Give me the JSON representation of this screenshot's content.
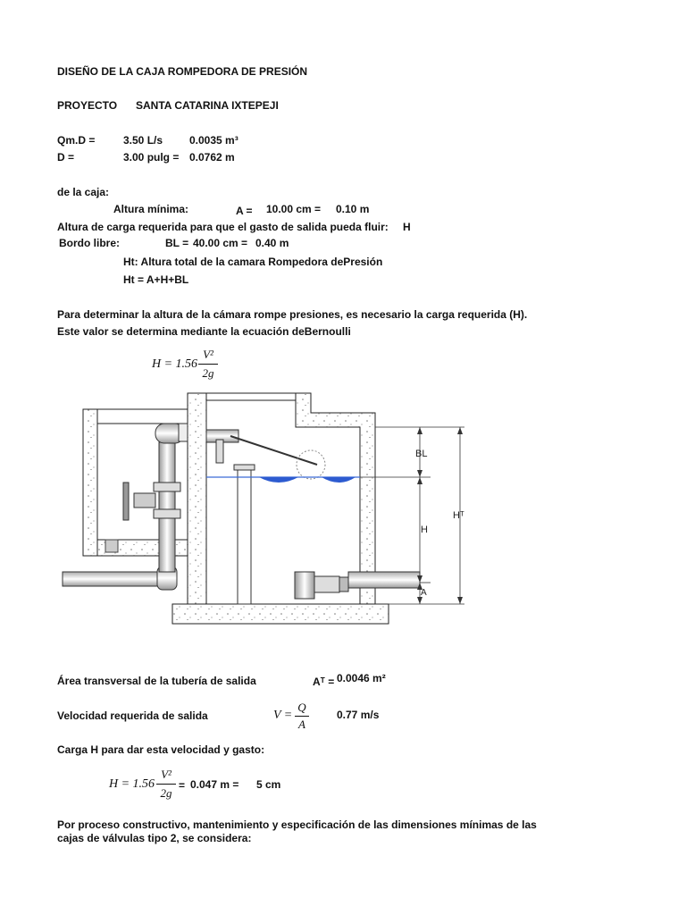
{
  "title": "DISEÑO DE LA CAJA ROMPEDORA DE PRESIÓN",
  "project": {
    "label": "PROYECTO",
    "name": "SANTA CATARINA IXTEPEJI"
  },
  "qmd": {
    "label": "Qm.D =",
    "v1": "3.50 L/s",
    "v2": "0.0035 m³"
  },
  "d": {
    "label": "D =",
    "v1": "3.00 pulg =",
    "v2": "0.0762 m"
  },
  "caja": {
    "intro": "de la caja:",
    "alt_min_label": "Altura mínima:",
    "a_label": "A =",
    "a_cm": "10.00 cm =",
    "a_m": "0.10 m",
    "carga_text": "Altura de carga requerida para que el gasto de salida pueda fluir:",
    "carga_sym": "H",
    "bordo_label": "Bordo libre:",
    "bl_label": "BL =",
    "bl_cm": "40.00 cm =",
    "bl_m": "0.40 m",
    "ht_desc": "Ht: Altura total de la camara Rompedora dePresión",
    "ht_formula": "Ht = A+H+BL"
  },
  "paragraph": {
    "line1": "Para determinar la altura de la cámara rompe presiones, es necesario la carga requerida (H).",
    "line2": "Este valor se determina  mediante la ecuación deBernoulli"
  },
  "eq1": {
    "lhs": "H = 1.56",
    "num": "V²",
    "den": "2g"
  },
  "diagram": {
    "label_bl": "BL",
    "label_h": "H",
    "label_ht": "Hᵀ",
    "label_a": "A"
  },
  "area": {
    "label": "Área transversal de la tubería de salida",
    "sym": "Aᵀ =",
    "value": "0.0046 m²"
  },
  "velocity": {
    "label": "Velocidad requerida de salida",
    "lhs": "V =",
    "num": "Q",
    "den": "A",
    "value": "0.77 m/s"
  },
  "carga_h": {
    "label": "Carga H para dar esta velocidad y gasto:",
    "lhs": "H = 1.56",
    "num": "V²",
    "den": "2g",
    "eq": "=",
    "value_m": "0.047 m  =",
    "value_cm": "5 cm"
  },
  "final": {
    "line1": "Por proceso constructivo, mantenimiento y especificación de las dimensiones mínimas de las",
    "line2": "cajas de válvulas tipo 2, se considera:"
  }
}
